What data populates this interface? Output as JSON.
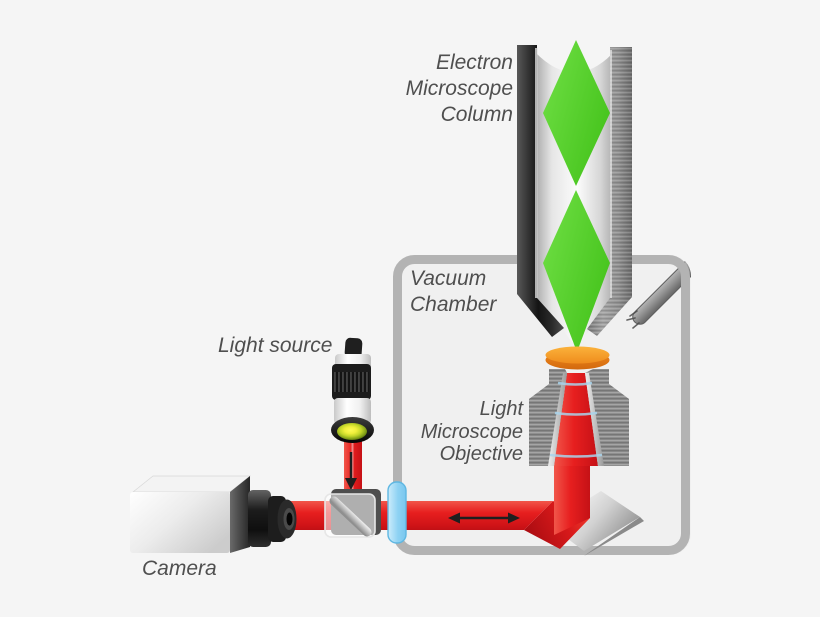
{
  "diagram": {
    "labels": {
      "electron_microscope_column": {
        "line1": "Electron",
        "line2": "Microscope",
        "line3": "Column"
      },
      "vacuum_chamber": {
        "line1": "Vacuum",
        "line2": "Chamber"
      },
      "light_source": {
        "text": "Light source"
      },
      "light_microscope_objective": {
        "line1": "Light",
        "line2": "Microscope",
        "line3": "Objective"
      },
      "camera": {
        "text": "Camera"
      }
    },
    "colors": {
      "background": "#f5f5f5",
      "chamber_interior": "#f0f0f0",
      "chamber_border": "#b3b3b3",
      "electron_beam_green": "#52cd29",
      "light_beam_red": "#e6211f",
      "sample_disk_orange": "#f29422",
      "window_blue": "#8ed2f3",
      "label_text": "#4f4f4f"
    }
  }
}
